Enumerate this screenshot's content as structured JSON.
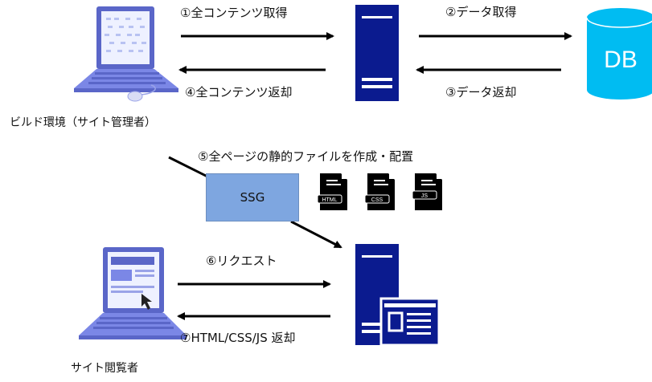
{
  "steps": {
    "s1": "①全コンテンツ取得",
    "s2": "②データ取得",
    "s3": "③データ返却",
    "s4": "④全コンテンツ返却",
    "s5": "⑤全ページの静的ファイルを作成・配置",
    "s6": "⑥リクエスト",
    "s7": "⑦HTML/CSS/JS 返却"
  },
  "nodes": {
    "build_env": "ビルド環境（サイト管理者）",
    "viewer": "サイト閲覧者",
    "ssg": "SSG",
    "db": "DB"
  },
  "files": [
    "HTML",
    "CSS",
    "JS"
  ],
  "colors": {
    "server": "#0b1b8f",
    "db": "#00bcf2",
    "ssg_fill": "#7ea6e0",
    "laptop": "#7b87e6",
    "arrow": "#000000"
  }
}
